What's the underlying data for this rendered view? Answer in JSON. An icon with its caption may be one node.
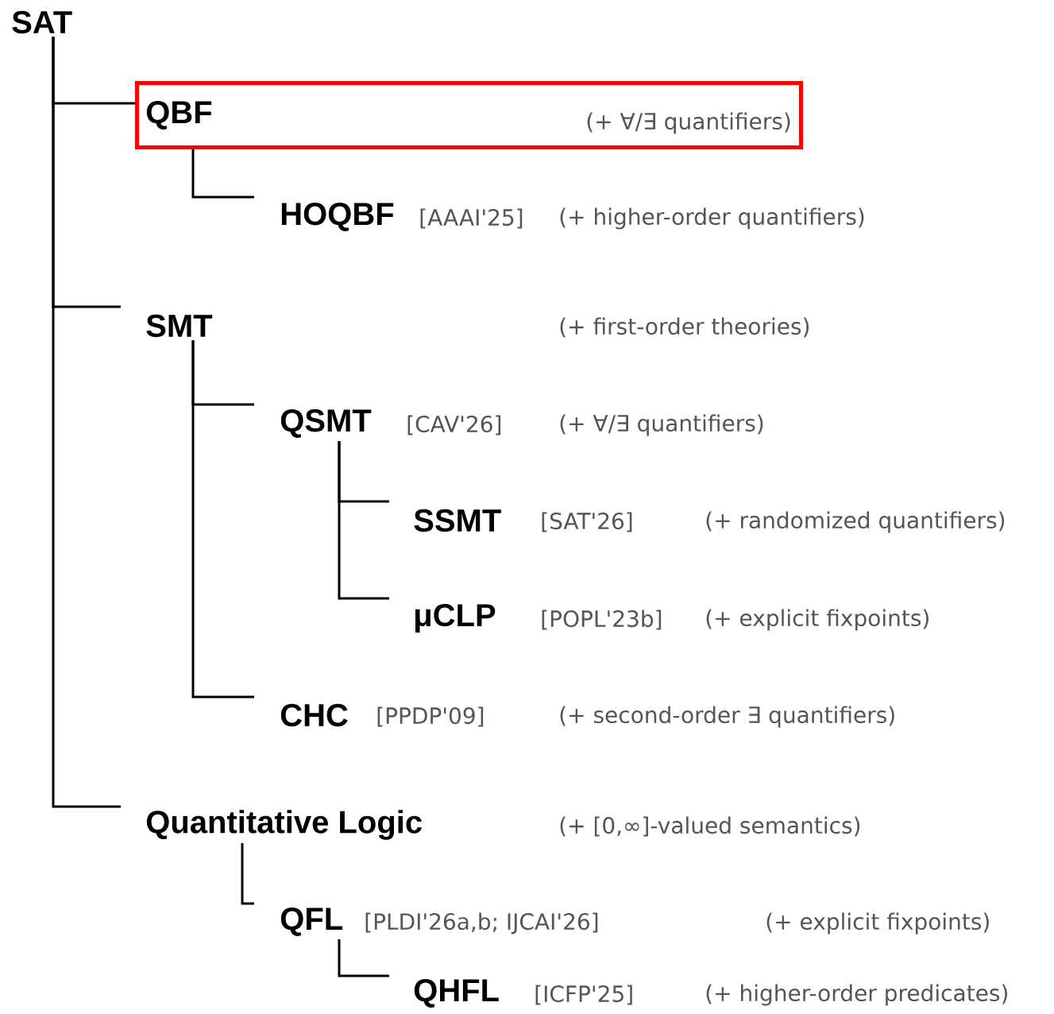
{
  "diagram": {
    "nodes": [
      {
        "text": [
          "SAT"
        ]
      },
      {
        "text": [
          "QBF",
          "(+ ∀/∃ quantifiers)"
        ]
      },
      {
        "text": [
          "HOQBF"
        ],
        "beside": [
          "[AAAI'25]",
          "(+ higher-order quantifiers)"
        ]
      },
      {
        "text": [
          "SMT"
        ]
      },
      {
        "text": [
          "QSMT"
        ],
        "beside": [
          "[CAV'26]",
          "(+ ∀/∃ quantifiers)"
        ]
      },
      {
        "text": [
          "SSMT"
        ],
        "beside": [
          "[SAT'26]",
          "(+ randomized quantifiers)"
        ]
      },
      {
        "text": [
          "μCLP"
        ],
        "beside": [
          "[POPL'23b]",
          "(+ explicit fixpoints)"
        ]
      },
      {
        "text": [
          "CHC"
        ],
        "beside": [
          "[PPDP'09]",
          "(+ second-order ∃ quantifiers)"
        ]
      },
      {
        "text": [
          "Quantitative Logic"
        ]
      },
      {
        "text": [
          "QFL"
        ],
        "beside": [
          "[PLDI'26a,b; IJCAI'26]"
        ]
      },
      {
        "text": [
          "QHFL"
        ],
        "beside": [
          "[ICFP'25]",
          "(+ higher-order predicates)"
        ]
      }
    ],
    "edges": [
      {
        "from": 0,
        "to": 1,
        "arrow": "none"
      },
      {
        "from": 0,
        "to": 3,
        "arrow": "none"
      },
      {
        "from": 0,
        "to": 8,
        "arrow": "none"
      },
      {
        "from": 1,
        "to": 2,
        "arrow": "none"
      },
      {
        "from": 3,
        "to": 4,
        "arrow": "none"
      },
      {
        "from": 3,
        "to": 7,
        "arrow": "none"
      },
      {
        "from": 4,
        "to": 5,
        "arrow": "none"
      },
      {
        "from": 4,
        "to": 6,
        "arrow": "none"
      },
      {
        "from": 8,
        "to": 9,
        "arrow": "none"
      },
      {
        "from": 9,
        "to": 10,
        "arrow": "none"
      }
    ],
    "labels": [
      "(+ first-order theories)",
      "(+ [0,∞]-valued semantics)",
      "(+ explicit fixpoints)"
    ]
  }
}
